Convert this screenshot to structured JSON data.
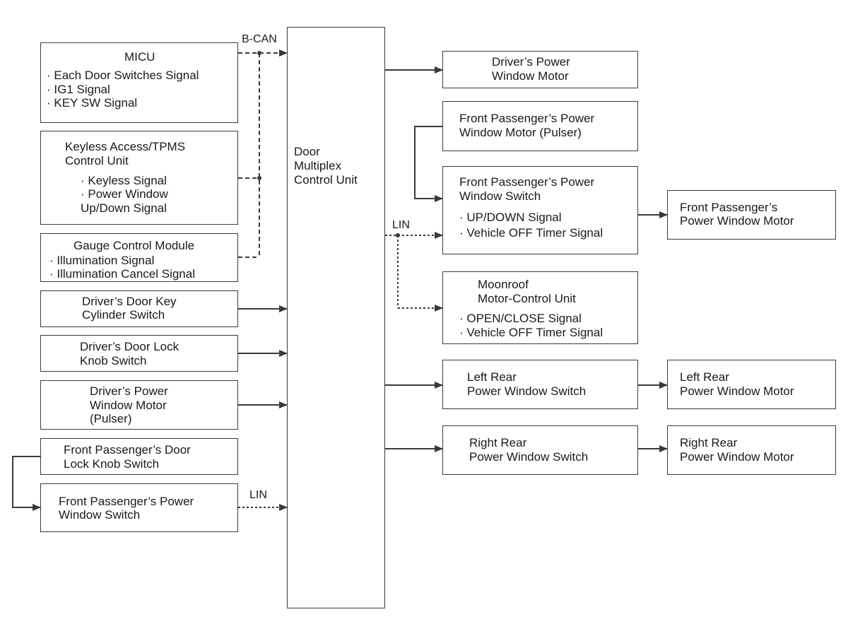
{
  "colors": {
    "line": "#3a3a3a",
    "text": "#1a1a1a",
    "background": "#ffffff"
  },
  "center": {
    "title": [
      "Door",
      "Multiplex",
      "Control Unit"
    ]
  },
  "bus_labels": {
    "bcan": "B-CAN",
    "lin_right": "LIN",
    "lin_left": "LIN"
  },
  "inputs": {
    "micu": {
      "title": "MICU",
      "signals": [
        "· Each Door Switches Signal",
        "· IG1 Signal",
        "· KEY SW Signal"
      ]
    },
    "keyless": {
      "title": [
        "Keyless Access/TPMS",
        "Control Unit"
      ],
      "signals": [
        "· Keyless Signal",
        "· Power Window",
        "Up/Down Signal"
      ]
    },
    "gauge": {
      "title": "Gauge Control Module",
      "signals": [
        "· Illumination Signal",
        "· Illumination Cancel Signal"
      ]
    },
    "key_cylinder": {
      "lines": [
        "Driver’s Door Key",
        "Cylinder Switch"
      ]
    },
    "lock_knob": {
      "lines": [
        "Driver’s Door Lock",
        "Knob Switch"
      ]
    },
    "drv_pulser": {
      "lines": [
        "Driver’s Power",
        "Window Motor",
        "(Pulser)"
      ]
    },
    "fp_lock_knob": {
      "lines": [
        "Front Passenger’s Door",
        "Lock Knob Switch"
      ]
    },
    "fp_window_switch_left": {
      "lines": [
        "Front Passenger’s Power",
        "Window Switch"
      ]
    }
  },
  "outputs": {
    "drv_motor": {
      "lines": [
        "Driver’s Power",
        "Window Motor"
      ]
    },
    "fp_pulser": {
      "lines": [
        "Front Passenger’s Power",
        "Window Motor (Pulser)"
      ]
    },
    "fp_switch": {
      "title": [
        "Front Passenger’s Power",
        "Window Switch"
      ],
      "signals": [
        "· UP/DOWN Signal",
        "· Vehicle OFF Timer Signal"
      ]
    },
    "fp_motor": {
      "lines": [
        "Front Passenger’s",
        "Power Window Motor"
      ]
    },
    "moonroof": {
      "title": [
        "Moonroof",
        "Motor-Control Unit"
      ],
      "signals": [
        "· OPEN/CLOSE Signal",
        "· Vehicle OFF Timer Signal"
      ]
    },
    "lr_switch": {
      "lines": [
        "Left Rear",
        "Power Window Switch"
      ]
    },
    "lr_motor": {
      "lines": [
        "Left Rear",
        "Power Window Motor"
      ]
    },
    "rr_switch": {
      "lines": [
        "Right Rear",
        "Power Window Switch"
      ]
    },
    "rr_motor": {
      "lines": [
        "Right Rear",
        "Power Window Motor"
      ]
    }
  }
}
